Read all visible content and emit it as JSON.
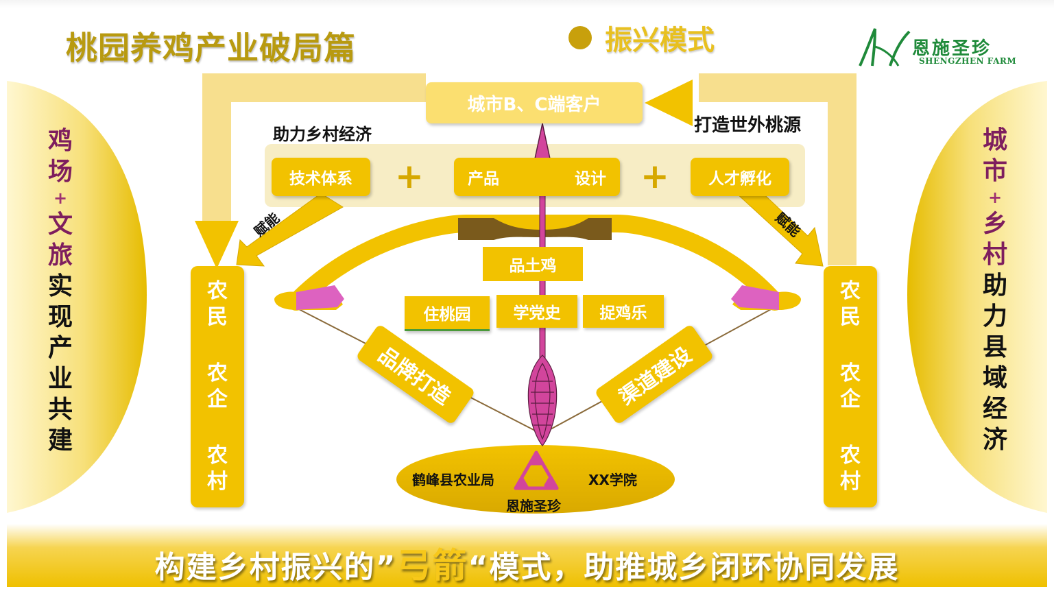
{
  "header": {
    "title": "桃园养鸡产业破局篇",
    "mode_label": "振兴模式",
    "logo": {
      "name": "恩施圣珍",
      "subtitle": "SHENGZHEN FARM"
    }
  },
  "left_banner": [
    "鸡",
    "场",
    "+",
    "文",
    "旅",
    "实",
    "现",
    "产",
    "业",
    "共",
    "建"
  ],
  "right_banner": [
    "城",
    "市",
    "+",
    "乡",
    "村",
    "助",
    "力",
    "县",
    "域",
    "经",
    "济"
  ],
  "top_customer": "城市B、C端客户",
  "labels": {
    "boost_rural": "助力乡村经济",
    "paradise": "打造世外桃源",
    "empower_left": "赋能",
    "empower_right": "赋能"
  },
  "pillars": {
    "tech": "技术体系",
    "product": "产品",
    "design": "设计",
    "talent": "人才孵化",
    "plus_sign": "+"
  },
  "bow_items": {
    "center": "品土鸡",
    "stay": "住桃园",
    "study": "学党史",
    "catch": "捉鸡乐"
  },
  "string_labels": {
    "brand": "品牌打造",
    "channel": "渠道建设"
  },
  "side_columns": {
    "left": [
      "农",
      "民",
      "农",
      "企",
      "农",
      "村"
    ],
    "right": [
      "农",
      "民",
      "农",
      "企",
      "农",
      "村"
    ]
  },
  "base_ellipse": {
    "left": "鹤峰县农业局",
    "right": "XX学院",
    "bottom": "恩施圣珍"
  },
  "bottom_banner": {
    "before": "构建乡村振兴的”",
    "highlight": "弓箭",
    "after": "“模式，助推城乡闭环协同发展"
  },
  "colors": {
    "gold": "#f2c200",
    "gold_title": "#b89a10",
    "purple_text": "#7e1e5e",
    "arrow_magenta": "#d2459c",
    "bow_grip": "#7a5a1c",
    "logo_green": "#1f8a3a"
  }
}
